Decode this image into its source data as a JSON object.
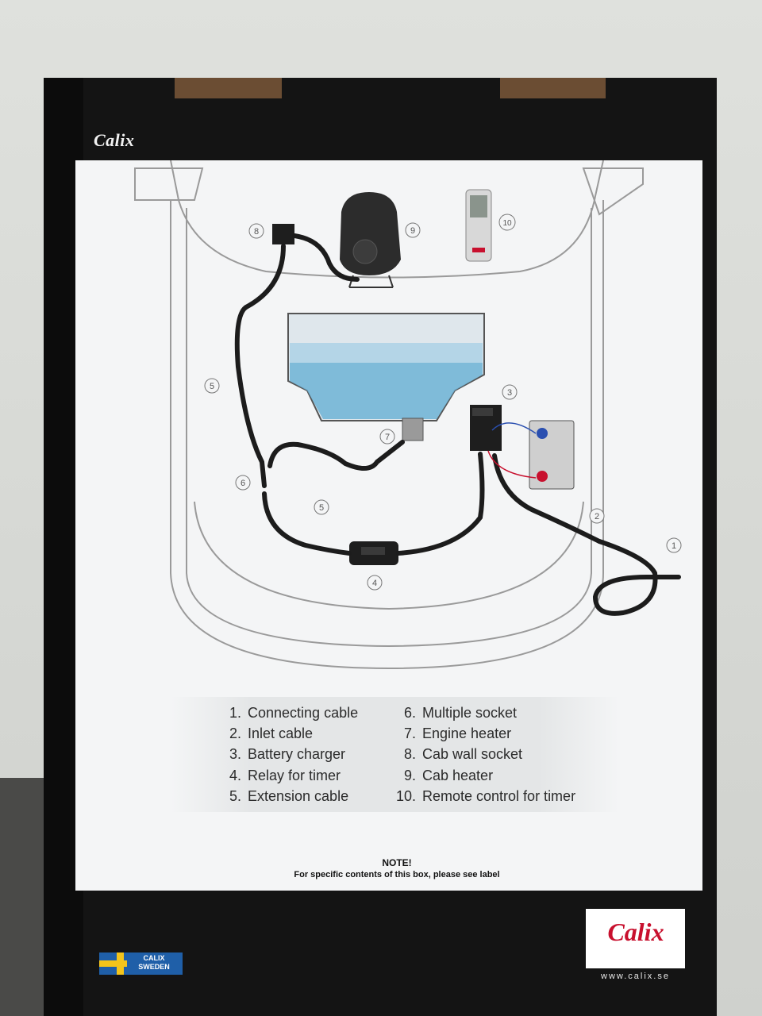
{
  "brand": {
    "top_logo": "Calix",
    "badge_logo": "Calix",
    "url": "www.calix.se",
    "flag_label_line1": "CALIX",
    "flag_label_line2": "SWEDEN"
  },
  "diagram": {
    "callouts": [
      "1",
      "2",
      "3",
      "4",
      "5",
      "5",
      "6",
      "7",
      "8",
      "9",
      "10"
    ]
  },
  "legend": {
    "left": [
      {
        "num": "1.",
        "label": "Connecting cable"
      },
      {
        "num": "2.",
        "label": "Inlet cable"
      },
      {
        "num": "3.",
        "label": "Battery charger"
      },
      {
        "num": "4.",
        "label": "Relay for timer"
      },
      {
        "num": "5.",
        "label": "Extension cable"
      }
    ],
    "right": [
      {
        "num": "6.",
        "label": "Multiple socket"
      },
      {
        "num": "7.",
        "label": "Engine heater"
      },
      {
        "num": "8.",
        "label": "Cab wall socket"
      },
      {
        "num": "9.",
        "label": "Cab heater"
      },
      {
        "num": "10.",
        "label": "Remote control for timer"
      }
    ]
  },
  "note": {
    "title": "NOTE!",
    "text": "For specific contents of this box, please see label"
  },
  "colors": {
    "box": "#141414",
    "panel": "#f4f5f6",
    "calix_red": "#c8102e",
    "water_blue": "#6fb3d6",
    "flag_blue": "#1f5fa8",
    "flag_yellow": "#f3c41b"
  }
}
